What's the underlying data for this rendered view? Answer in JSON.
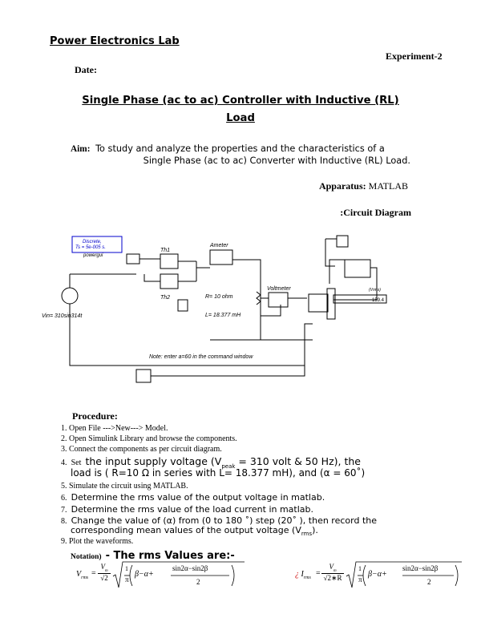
{
  "header": {
    "lab_title": "Power Electronics Lab",
    "experiment": "Experiment-2",
    "date_label": "Date:"
  },
  "title": {
    "line1": "Single Phase (ac to ac) Controller with Inductive (RL)",
    "line2": "Load"
  },
  "aim": {
    "label": "Aim:",
    "line1": "To study and analyze the properties and the characteristics of a",
    "line2": "Single Phase (ac to ac) Converter with Inductive (RL) Load."
  },
  "apparatus": {
    "label": "Apparatus:",
    "value": "MATLAB"
  },
  "circuit_heading": ":Circuit Diagram",
  "diagram": {
    "powergui_line1": "Discrete,",
    "powergui_line2": "Ts = 5e-005 s.",
    "powergui_line3": "powergui",
    "th1": "Th1",
    "th2": "Th2",
    "ammeter": "Ameter",
    "voltmeter": "Voltmeter",
    "resistance": "R= 10 ohm",
    "inductance": "L= 18.377 mH",
    "source": "Vin= 310sin314t",
    "note": "Note: enter a=60 in the command window",
    "display_label": "(Vrms)",
    "display_value": "159.4"
  },
  "procedure": {
    "heading": "Procedure:",
    "steps": {
      "s1": "1. Open File --->New---> Model.",
      "s2": "2. Open Simulink Library and browse the components.",
      "s3": "3. Connect the components as per circuit diagram.",
      "s4_num": "4.",
      "s4_set": "Set",
      "s4_a": "the input supply voltage (V",
      "s4_sub": "peak",
      "s4_b": " = 310 volt & 50 Hz), the",
      "s4_line2": "load is ( R=10 Ω in series with L= 18.377 mH), and (α = 60˚)",
      "s5": "5. Simulate the circuit using MATLAB.",
      "s6_num": "6.",
      "s6": "Determine the rms value of the output voltage in matlab.",
      "s7_num": "7.",
      "s7": "Determine the rms value of the load current in matlab.",
      "s8_num": "8.",
      "s8_line1": "Change the value of (α) from (0 to 180 ˚) step (20˚ ), then record the",
      "s8_line2a": "corresponding mean values of the output voltage (V",
      "s8_sub": "rms",
      "s8_line2b": ").",
      "s9": "9. Plot the waveforms."
    }
  },
  "notation": {
    "label": "Notation)",
    "text": "- The rms Values are:-"
  },
  "formulas": {
    "v_lhs": "V",
    "v_sub": "rms",
    "i_prefix": "¿",
    "i_lhs": "I",
    "i_sub": "rms",
    "eq": "=",
    "vm": "V",
    "vm_sub": "m",
    "root2": "√2",
    "root2R": "√2∗R",
    "one": "1",
    "pi": "π",
    "body": "β−α+",
    "sin_num": "sin2α−sin2β",
    "two": "2"
  }
}
